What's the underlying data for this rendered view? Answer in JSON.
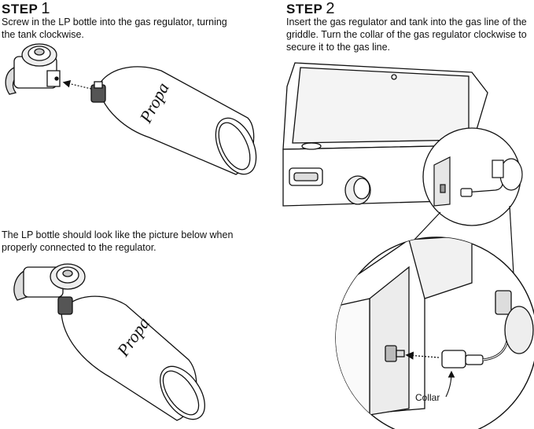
{
  "step1": {
    "heading": "STEP",
    "number": "1",
    "instruction": "Screw in the LP bottle into the gas regulator, turning the tank clockwise."
  },
  "step2": {
    "heading": "STEP",
    "number": "2",
    "instruction": "Insert the gas regulator and tank into the gas line of the griddle. Turn the collar of the gas regulator clockwise to secure it to the gas line."
  },
  "connected_note": "The LP bottle should look like the picture below when properly connected to the regulator.",
  "tank_brand_text_1": "Propa",
  "tank_brand_text_2": "Propa",
  "collar_label": "Collar"
}
